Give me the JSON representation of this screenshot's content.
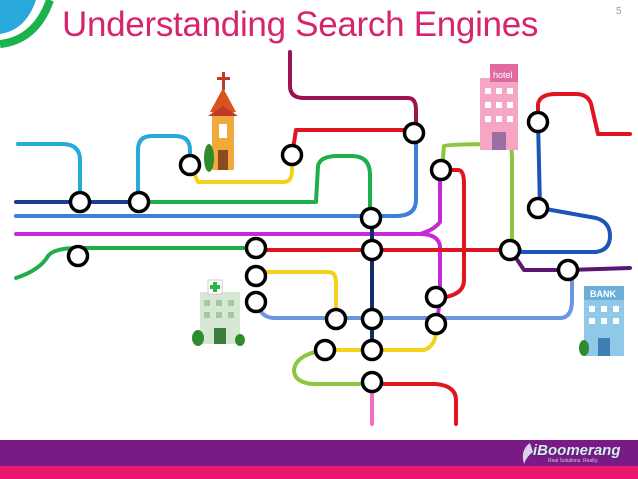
{
  "slide": {
    "title": "Understanding Search Engines",
    "number": "5"
  },
  "map": {
    "buildings": [
      {
        "name": "church",
        "icon": "church-icon"
      },
      {
        "name": "hotel",
        "icon": "hotel-icon",
        "sign": "hotel"
      },
      {
        "name": "hospital",
        "icon": "hospital-icon"
      },
      {
        "name": "bank",
        "icon": "bank-icon",
        "sign": "BANK"
      }
    ],
    "line_colors": {
      "light_blue": "#29a8dc",
      "dark_blue": "#1a3f8f",
      "green": "#1fae4b",
      "magenta": "#c42ad8",
      "red": "#e0151f",
      "yellow": "#f5d21a",
      "maroon": "#9b1452",
      "light_green": "#8cc63f",
      "purple": "#5a1870",
      "periwinkle": "#6b95e0",
      "pink": "#f06fc8",
      "navy": "#152c6b"
    }
  },
  "footer": {
    "brand": "iBoomerang",
    "tagline": "Real Solutions. Realty.",
    "colors": {
      "band": "#7a1a87",
      "accent": "#e8196f"
    }
  }
}
